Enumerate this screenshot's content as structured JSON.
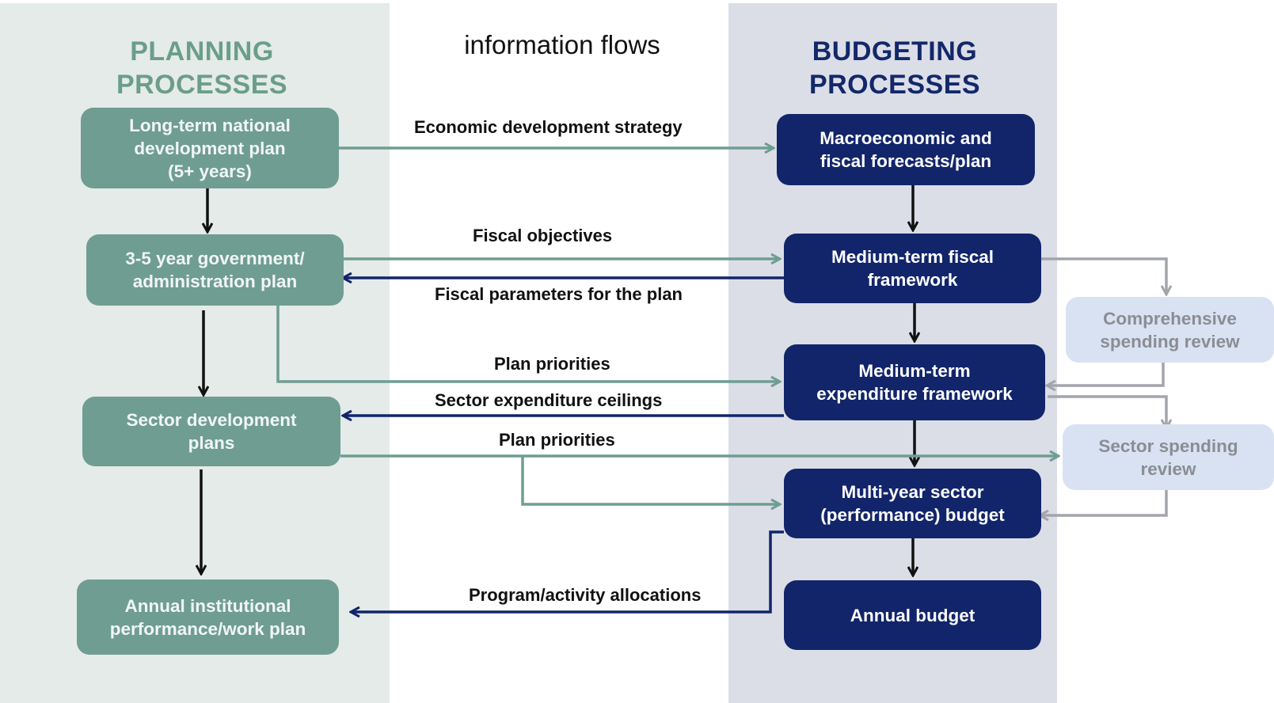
{
  "planning_heading": [
    "PLANNING",
    "PROCESSES"
  ],
  "budgeting_heading": [
    "BUDGETING",
    "PROCESSES"
  ],
  "info_flows_heading": "information flows",
  "planning_boxes": {
    "long_term": [
      "Long-term national",
      "development plan",
      "(5+ years)"
    ],
    "gov_plan": [
      "3-5 year government/",
      "administration plan"
    ],
    "sector_dev": [
      "Sector development",
      "plans"
    ],
    "annual_institutional": [
      "Annual institutional",
      "performance/work plan"
    ]
  },
  "budgeting_boxes": {
    "macro": [
      "Macroeconomic and",
      "fiscal forecasts/plan"
    ],
    "mtff": [
      "Medium-term fiscal",
      "framework"
    ],
    "mtef": [
      "Medium-term",
      "expenditure framework"
    ],
    "multi_year": [
      "Multi-year sector",
      "(performance) budget"
    ],
    "annual_budget": [
      "Annual budget"
    ]
  },
  "review_boxes": {
    "comprehensive": [
      "Comprehensive",
      "spending review"
    ],
    "sector": [
      "Sector spending",
      "review"
    ]
  },
  "flows": {
    "economic_strategy": "Economic development strategy",
    "fiscal_objectives": "Fiscal objectives",
    "fiscal_parameters": "Fiscal parameters for the plan",
    "plan_priorities_1": "Plan priorities",
    "sector_ceilings": "Sector expenditure ceilings",
    "plan_priorities_2": "Plan priorities",
    "program_allocations": "Program/activity allocations"
  },
  "colors": {
    "planning_panel": "#e5ebe8",
    "budgeting_panel": "#dcdee7",
    "planning_box": "#6f9d92",
    "budget_box": "#12256a",
    "review_box": "#d8e2f3",
    "planning_heading": "#6b9e8a",
    "budget_heading": "#13286a",
    "green_arrow": "#6f9d92",
    "navy_arrow": "#12256a",
    "gray_arrow": "#a3a5ab",
    "black_arrow": "#111111"
  }
}
